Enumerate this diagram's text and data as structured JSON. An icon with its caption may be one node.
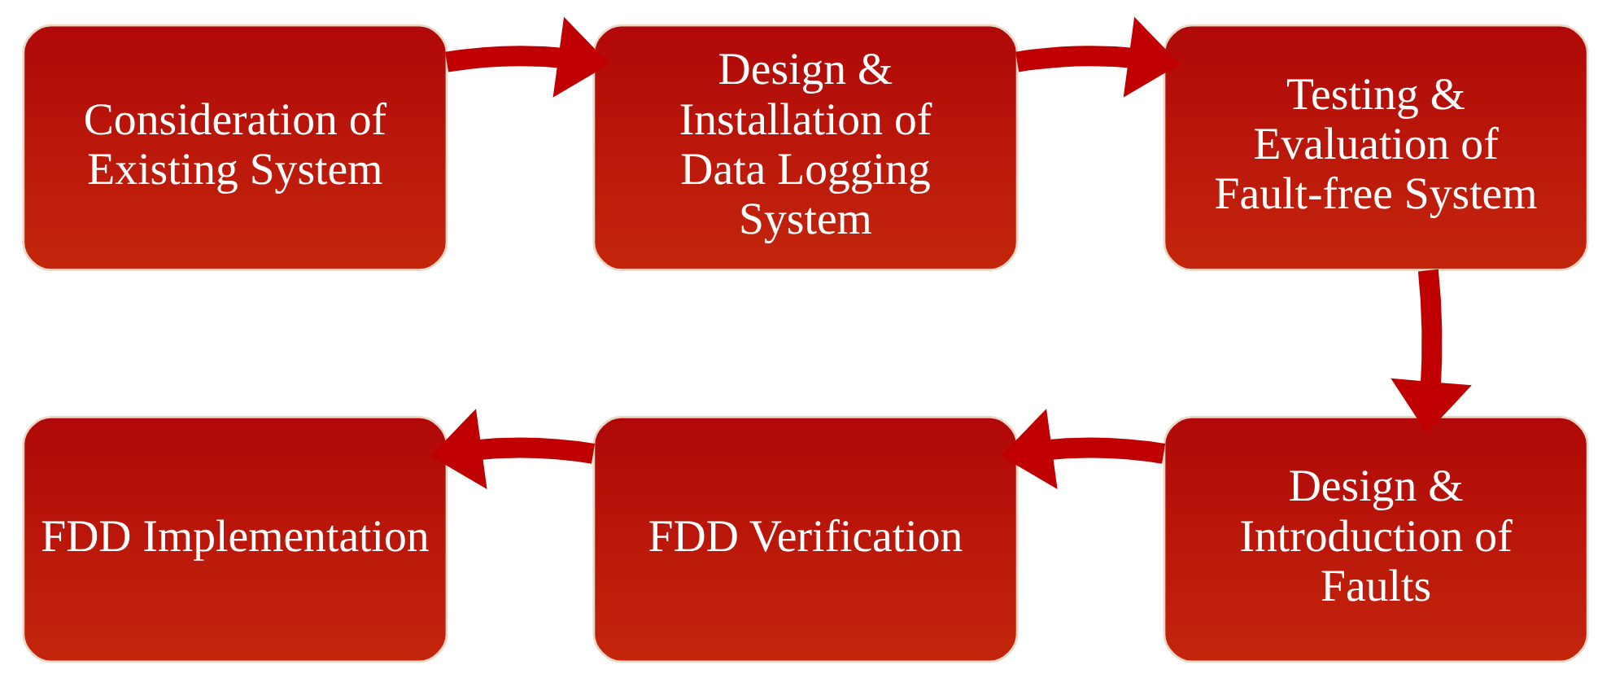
{
  "diagram": {
    "nodes": [
      {
        "text": [
          "Consideration of Existing System"
        ]
      },
      {
        "text": [
          "Design & Installation of Data Logging System"
        ]
      },
      {
        "text": [
          "Testing & Evaluation of Fault-free System"
        ]
      },
      {
        "text": [
          "Design & Introduction of Faults"
        ]
      },
      {
        "text": [
          "FDD Verification"
        ]
      },
      {
        "text": [
          "FDD Implementation"
        ]
      }
    ],
    "edges": [
      {
        "from": 0,
        "to": 1,
        "arrow": "to"
      },
      {
        "from": 1,
        "to": 2,
        "arrow": "to"
      },
      {
        "from": 2,
        "to": 3,
        "arrow": "to"
      },
      {
        "from": 3,
        "to": 4,
        "arrow": "to"
      },
      {
        "from": 4,
        "to": 5,
        "arrow": "to"
      }
    ]
  }
}
